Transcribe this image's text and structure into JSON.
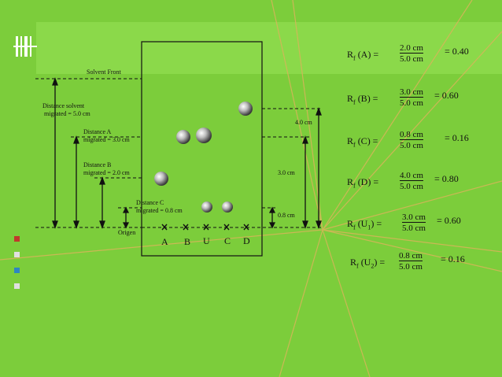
{
  "diagram": {
    "solvent_front": "Solvent Front",
    "distance_solvent": [
      "Distance solvent",
      "migrated = 5.0 cm"
    ],
    "distance_a": [
      "Distance A",
      "migrated = 3.0 cm"
    ],
    "distance_b": [
      "Distance B",
      "migrated = 2.0 cm"
    ],
    "distance_c": [
      "Distance C",
      "migrated = 0.8 cm"
    ],
    "origen": "Origen",
    "lanes": [
      "A",
      "B",
      "U",
      "C",
      "D"
    ],
    "right_measures": [
      "4.0 cm",
      "3.0 cm",
      "0.8 cm"
    ]
  },
  "rf_values": [
    {
      "label": "R",
      "sub": "f",
      "sample": "(A) =",
      "num": "2.0 cm",
      "den": "5.0 cm",
      "result": "= 0.40"
    },
    {
      "label": "R",
      "sub": "f",
      "sample": "(B) =",
      "num": "3.0 cm",
      "den": "5.0 cm",
      "result": "= 0.60"
    },
    {
      "label": "R",
      "sub": "f",
      "sample": "(C) =",
      "num": "0.8 cm",
      "den": "5.0 cm",
      "result": "= 0.16"
    },
    {
      "label": "R",
      "sub": "f",
      "sample": "(D) =",
      "num": "4.0 cm",
      "den": "5.0 cm",
      "result": "= 0.80"
    },
    {
      "label": "R",
      "sub": "f",
      "sample": "(U",
      "sample_sub": "1",
      "sample_end": ") =",
      "num": "3.0 cm",
      "den": "5.0 cm",
      "result": "= 0.60"
    },
    {
      "label": "R",
      "sub": "f",
      "sample": "(U",
      "sample_sub": "2",
      "sample_end": ") =",
      "num": "0.8 cm",
      "den": "5.0 cm",
      "result": "= 0.16"
    }
  ],
  "colors": {
    "background": "#7ccd3b",
    "accent_bar": "#8bd94a",
    "ray": "#c8a24a"
  }
}
